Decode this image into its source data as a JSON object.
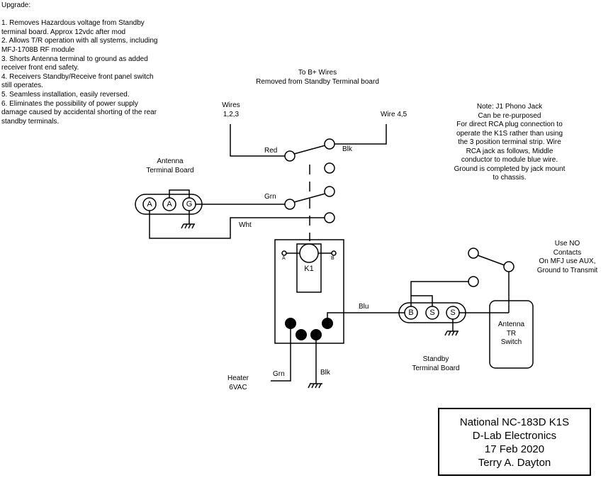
{
  "notes": {
    "heading": "Upgrade:",
    "items": [
      "1. Removes Hazardous voltage from Standby\nterminal board. Approx 12vdc after mod",
      "2. Allows T/R operation with all systems, including\nMFJ-1708B RF module",
      "3. Shorts Antenna terminal to ground as added\nreceiver front end safety.",
      "4. Receivers Standby/Receive front panel switch\nstill operates.",
      "5. Seamless installation, easily reversed.",
      "6. Eliminates the possibility of power supply\ndamage caused by accidental shorting of the rear\nstandby terminals."
    ]
  },
  "labels": {
    "b_plus": "To B+ Wires\nRemoved from Standby Terminal board",
    "wires_123": "Wires\n1,2,3",
    "wire_45": "Wire 4,5",
    "red": "Red",
    "blk_top": "Blk",
    "grn_top": "Grn",
    "wht": "Wht",
    "antenna_tb": "Antenna\nTerminal Board",
    "j1_note": "Note: J1 Phono Jack\nCan be re-purposed\nFor direct RCA plug connection to\noperate the K1S rather than using\nthe 3 position terminal strip. Wire\nRCA jack as follows, Middle\nconductor to module blue wire.\nGround is completed by jack mount\nto chassis.",
    "use_no": "Use NO\nContacts\nOn MFJ use AUX,\nGround to Transmit",
    "blu": "Blu",
    "standby_tb": "Standby\nTerminal Board",
    "antenna_tr": "Antenna\nTR\nSwitch",
    "heater": "Heater\n6VAC",
    "grn_bottom": "Grn",
    "blk_bottom": "Blk",
    "relay": "K1",
    "relay_a": "A",
    "relay_b": "B"
  },
  "antenna_terminals": [
    "A",
    "A",
    "G"
  ],
  "standby_terminals": [
    "B",
    "S",
    "S"
  ],
  "title_block": {
    "line1": "National NC-183D K1S",
    "line2": "D-Lab Electronics",
    "line3": "17 Feb 2020",
    "line4": "Terry A. Dayton"
  }
}
